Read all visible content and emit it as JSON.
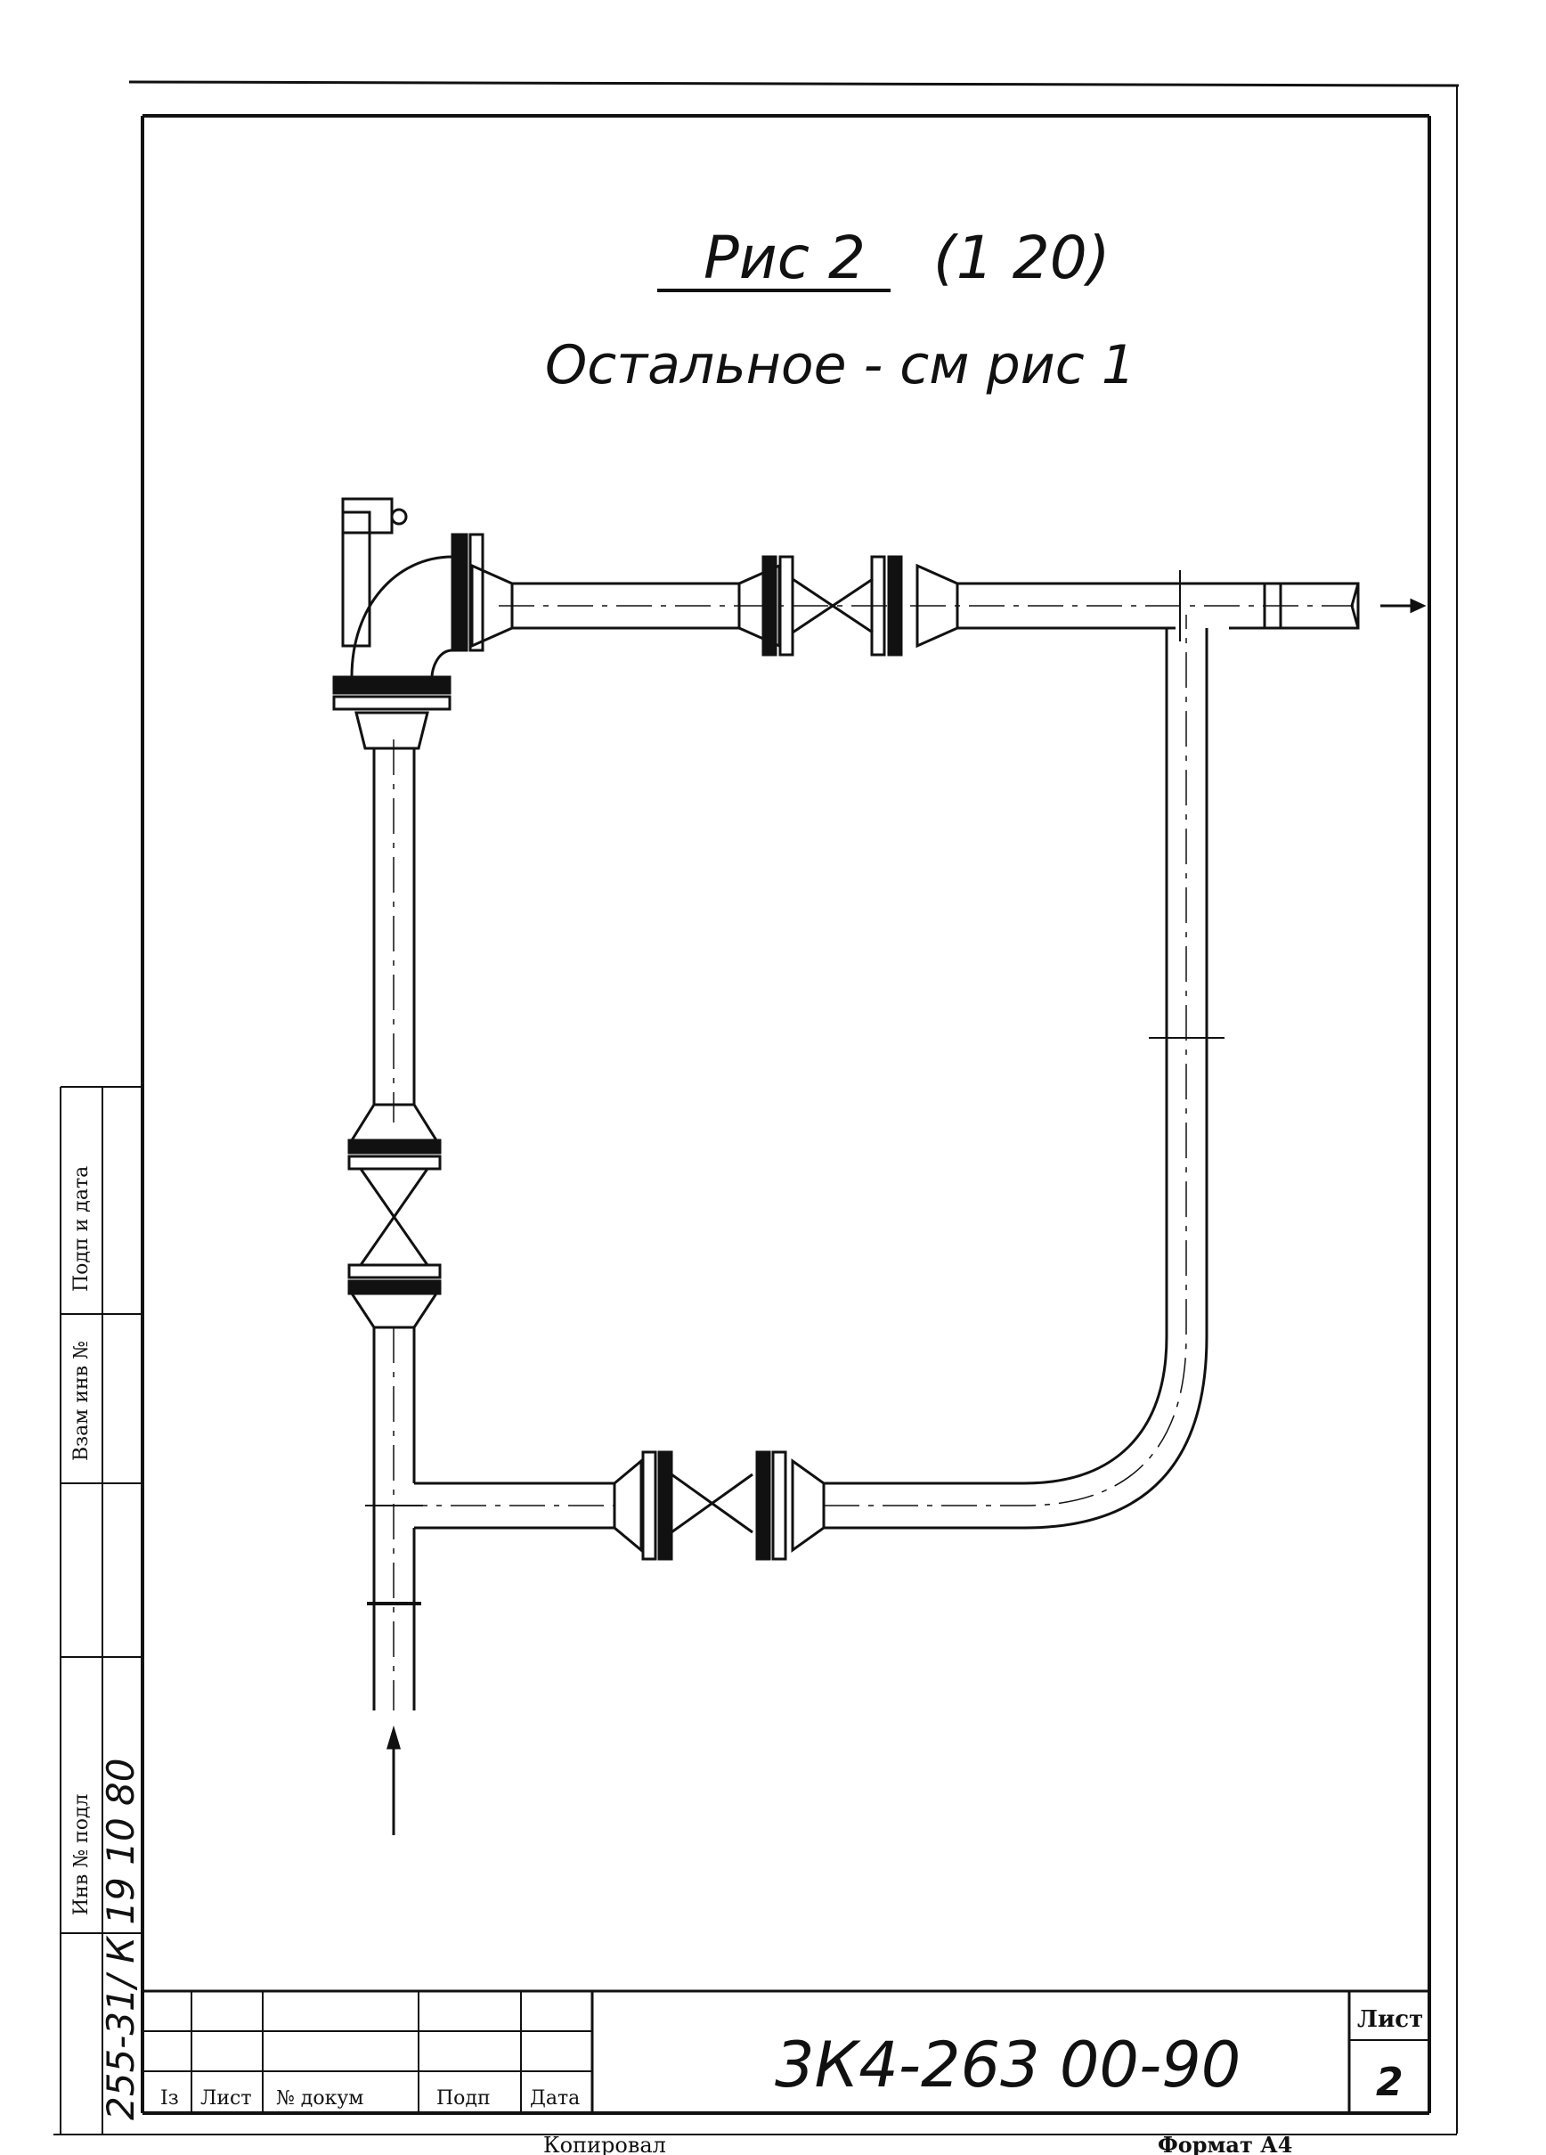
{
  "drawing": {
    "title_label": "Рис 2",
    "scale_label": "(1 20)",
    "subtitle": "Остальное - см рис 1"
  },
  "title_block": {
    "designation": "3К4-263 00-90",
    "sheet_header": "Лист",
    "sheet_number": "2",
    "columns": [
      "Із",
      "Лист",
      "№ докум",
      "Подп",
      "Дата"
    ],
    "copied_label": "Копировал",
    "format_label": "Формат А4"
  },
  "side_stamp": {
    "labels": [
      "Взам инв №",
      "Подп и дата",
      "Инв № подл"
    ],
    "handwritten": "255-31/ К 19 10 80"
  },
  "colors": {
    "ink": "#111111",
    "paper": "#ffffff"
  },
  "icons": [
    "flow-arrow-out-icon",
    "flow-arrow-in-icon",
    "gate-valve-symbol"
  ]
}
